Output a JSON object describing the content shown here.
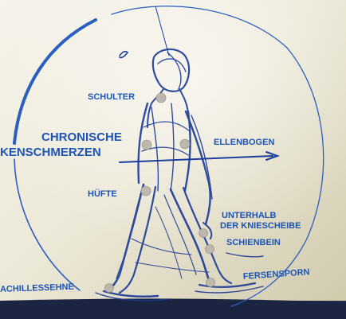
{
  "poster": {
    "title_line_1": "CHRONISCHE",
    "title_line_2": "KENSCHMERZEN",
    "labels": {
      "schulter": "SCHULTER",
      "ellenbogen": "ELLENBOGEN",
      "huefte": "HÜFTE",
      "unterhalb_line_1": "UNTERHALB",
      "unterhalb_line_2": "DER KNIESCHEIBE",
      "schienbein": "SCHIENBEIN",
      "fersensporn": "FERSENSPORN",
      "achillessehne": "ACHILLESSEHNE"
    }
  },
  "colors": {
    "ink_blue": "#1c55b6",
    "dot_grey": "#bdb8ae",
    "background_light": "#ede9d8",
    "background_warm": "#cfc9ab"
  },
  "icons": {
    "figure": "walking-person-sketch-icon",
    "circle": "circle-outline-icon",
    "arrow": "arrow-right-icon",
    "dots": "joint-marker-dot-icon"
  }
}
